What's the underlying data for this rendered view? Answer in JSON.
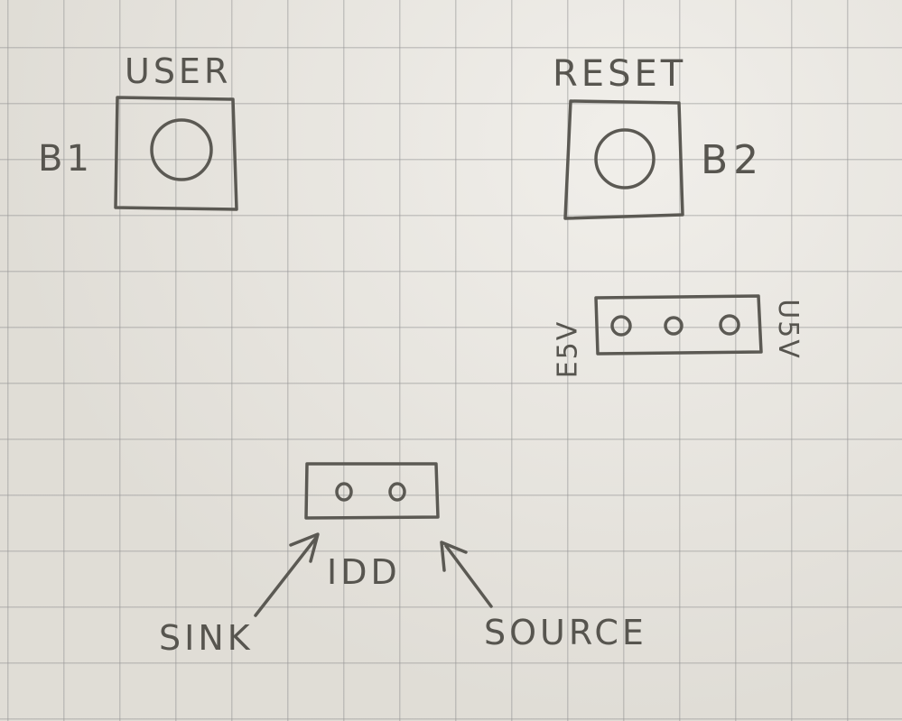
{
  "diagram": {
    "buttons": [
      {
        "label": "USER",
        "id": "B1"
      },
      {
        "label": "RESET",
        "id": "B2"
      }
    ],
    "power_jumper": {
      "left_label": "E5V",
      "right_label": "U5V",
      "pins": 3
    },
    "idd_jumper": {
      "label": "IDD",
      "pins": 2,
      "left_arrow_label": "SINK",
      "right_arrow_label": "SOURCE"
    }
  },
  "colors": {
    "ink": "#5b5953",
    "paper": "#e9e6df",
    "grid": "#969696"
  }
}
